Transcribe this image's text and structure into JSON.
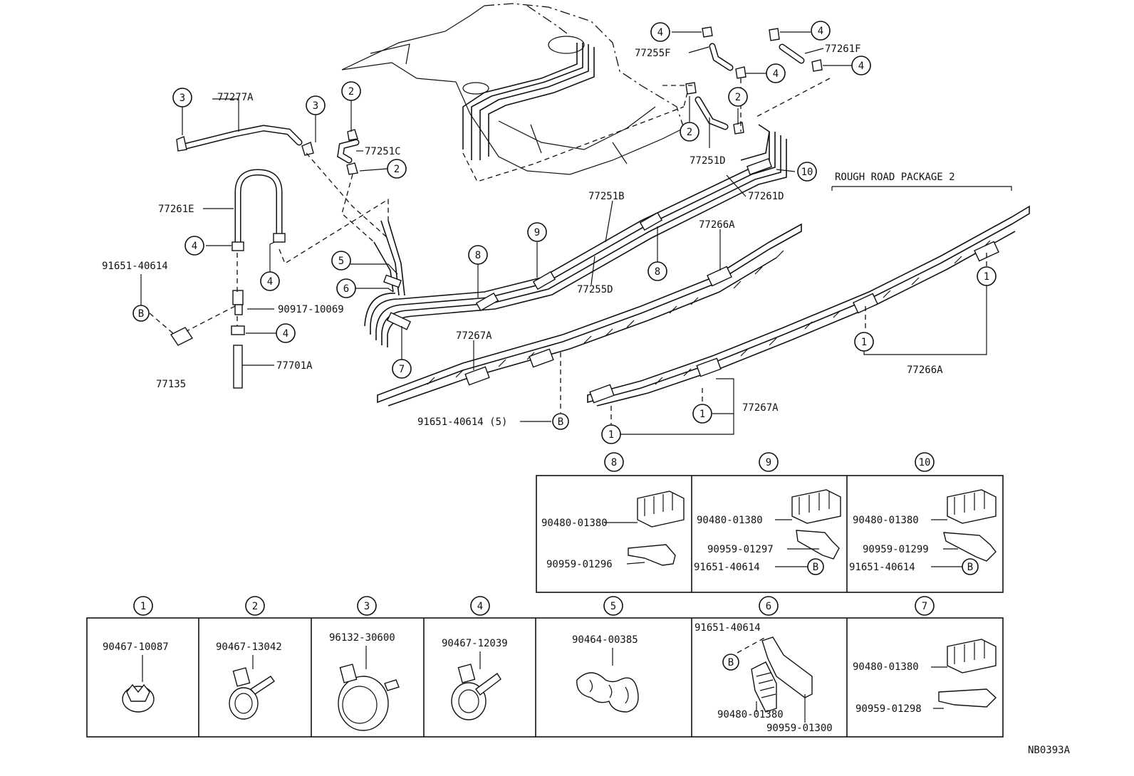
{
  "diagram": {
    "code": "NB0393A",
    "rough_road_label": "ROUGH ROAD PACKAGE 2",
    "parts": {
      "p77277A": "77277A",
      "p77251C": "77251C",
      "p77261E": "77261E",
      "p91651_40614": "91651-40614",
      "p90917_10069": "90917-10069",
      "p77701A": "77701A",
      "p77135": "77135",
      "p77255F": "77255F",
      "p77261F": "77261F",
      "p77251D": "77251D",
      "p77251B": "77251B",
      "p77261D": "77261D",
      "p77266A_top": "77266A",
      "p77255D": "77255D",
      "p77267A_left": "77267A",
      "p91651_40614_5": "91651-40614 (5)",
      "p77266A_right": "77266A",
      "p77267A_right": "77267A"
    },
    "box_top": [
      {
        "num": "8",
        "items": [
          "90480-01380",
          "90959-01296"
        ]
      },
      {
        "num": "9",
        "items": [
          "90480-01380",
          "90959-01297",
          "91651-40614"
        ]
      },
      {
        "num": "10",
        "items": [
          "90480-01380",
          "90959-01299",
          "91651-40614"
        ]
      }
    ],
    "box_bottom": [
      {
        "num": "1",
        "items": [
          "90467-10087"
        ]
      },
      {
        "num": "2",
        "items": [
          "90467-13042"
        ]
      },
      {
        "num": "3",
        "items": [
          "96132-30600"
        ]
      },
      {
        "num": "4",
        "items": [
          "90467-12039"
        ]
      },
      {
        "num": "5",
        "items": [
          "90464-00385"
        ]
      },
      {
        "num": "6",
        "items": [
          "91651-40614",
          "90480-01380",
          "90959-01300"
        ]
      },
      {
        "num": "7",
        "items": [
          "90480-01380",
          "90959-01298"
        ]
      }
    ],
    "callouts": {
      "c1": "1",
      "c2": "2",
      "c3": "3",
      "c4": "4",
      "c5": "5",
      "c6": "6",
      "c7": "7",
      "c8": "8",
      "c9": "9",
      "c10": "10",
      "cB": "B"
    }
  }
}
